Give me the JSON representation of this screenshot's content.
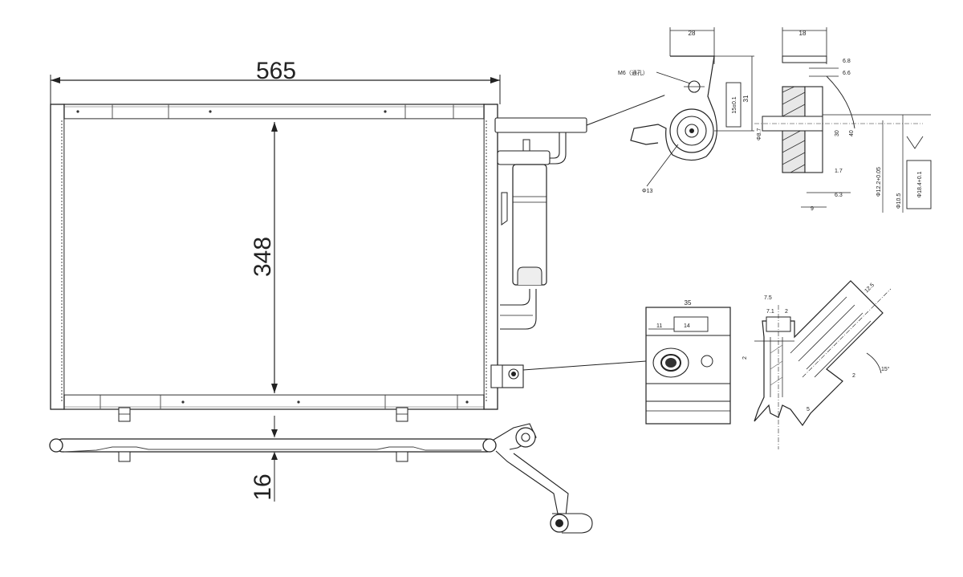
{
  "main_view": {
    "width_label": "565",
    "height_label": "348"
  },
  "bottom_view": {
    "depth_label": "16"
  },
  "detail_top_left": {
    "dim_top": "28",
    "thread_label": "M6（通孔）",
    "hole_label": "Φ13",
    "dim_side": "31",
    "box_label": "15±0.1"
  },
  "detail_top_right": {
    "dim_top": "18",
    "dims": [
      "6.8",
      "6.6",
      "30",
      "40",
      "1.7",
      "6.3",
      "9"
    ],
    "dia_labels": [
      "Φ8.7",
      "Φ12.2+0.05",
      "Φ10.5"
    ],
    "box_label": "Φ18.4+0.1"
  },
  "detail_bottom_left": {
    "width_label": "35",
    "dim_a": "11",
    "dim_b": "14"
  },
  "detail_bottom_right": {
    "dims": [
      "7.5",
      "7.1",
      "2",
      "2",
      "12.5",
      "15°",
      "2",
      "5"
    ]
  }
}
